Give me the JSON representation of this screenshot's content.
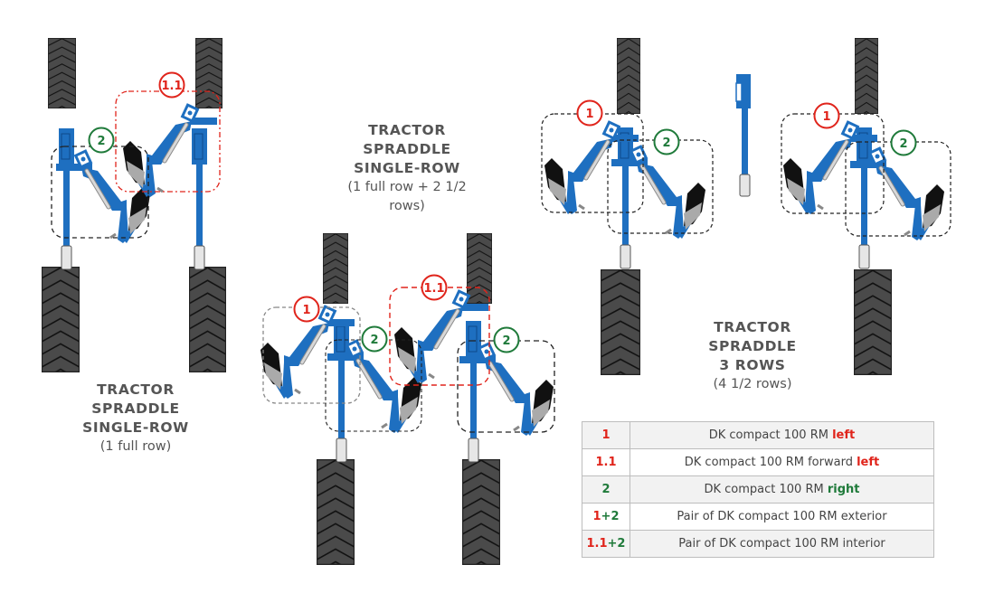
{
  "colors": {
    "implement_blue": "#1e6fc0",
    "tire_fill": "#4a4a4a",
    "label_red": "#e0241b",
    "label_green": "#1f7a3a",
    "caption_gray": "#555555",
    "dash_black": "#222222",
    "dash_gray": "#888888"
  },
  "diagrams": [
    {
      "id": "single-row",
      "title_lines": [
        "TRACTOR",
        "SPRADDLE",
        "SINGLE-ROW"
      ],
      "subtitle": "(1 full row)",
      "badges": [
        "2",
        "1.1"
      ]
    },
    {
      "id": "single-row-plus",
      "title_lines": [
        "TRACTOR",
        "SPRADDLE",
        "SINGLE-ROW"
      ],
      "subtitle_lines": [
        "(1 full row + 2 1/2",
        "rows)"
      ],
      "badges": [
        "1",
        "2",
        "1.1",
        "2"
      ]
    },
    {
      "id": "three-rows",
      "title_lines": [
        "TRACTOR",
        "SPRADDLE",
        "3 ROWS"
      ],
      "subtitle": "(4 1/2 rows)",
      "badges": [
        "1",
        "2",
        "1",
        "2"
      ]
    }
  ],
  "legend": {
    "rows": [
      {
        "code": [
          {
            "text": "1",
            "color": "red"
          }
        ],
        "desc": "DK compact 100 RM ",
        "emph": "left",
        "emph_color": "red"
      },
      {
        "code": [
          {
            "text": "1.1",
            "color": "red"
          }
        ],
        "desc": "DK compact 100 RM forward ",
        "emph": "left",
        "emph_color": "red"
      },
      {
        "code": [
          {
            "text": "2",
            "color": "green"
          }
        ],
        "desc": "DK compact 100 RM ",
        "emph": "right",
        "emph_color": "green"
      },
      {
        "code": [
          {
            "text": "1",
            "color": "red"
          },
          {
            "text": "+2",
            "color": "green"
          }
        ],
        "desc": "Pair of DK compact 100 RM exterior",
        "emph": "",
        "emph_color": ""
      },
      {
        "code": [
          {
            "text": "1.1",
            "color": "red"
          },
          {
            "text": "+2",
            "color": "green"
          }
        ],
        "desc": "Pair of DK compact 100 RM interior",
        "emph": "",
        "emph_color": ""
      }
    ]
  }
}
